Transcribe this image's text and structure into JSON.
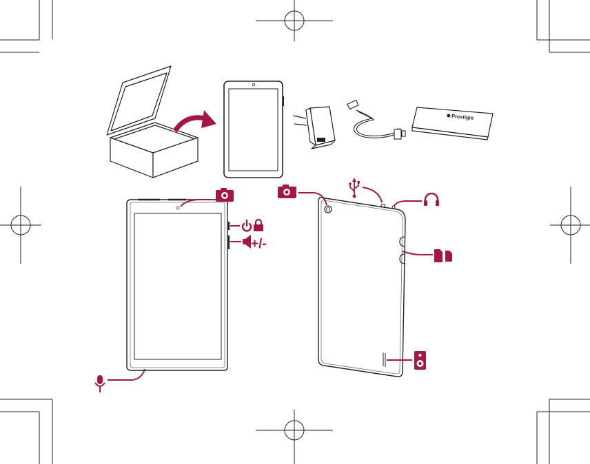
{
  "colors": {
    "accent": "#a5183e",
    "line": "#231f20",
    "light_line": "#6d6e71"
  },
  "labels": {
    "volume": "+/-",
    "card_brand": "Prestigio"
  },
  "callouts": [
    {
      "id": "front-camera",
      "icon": "camera-icon",
      "label": ""
    },
    {
      "id": "power",
      "icon": "power-icon",
      "label": ""
    },
    {
      "id": "lock",
      "icon": "lock-icon",
      "label": ""
    },
    {
      "id": "volume",
      "icon": "speaker-volume-icon",
      "label": "+/-"
    },
    {
      "id": "microphone",
      "icon": "microphone-icon",
      "label": ""
    },
    {
      "id": "rear-camera",
      "icon": "camera-icon",
      "label": ""
    },
    {
      "id": "usb",
      "icon": "usb-icon",
      "label": ""
    },
    {
      "id": "headphones",
      "icon": "headphones-icon",
      "label": ""
    },
    {
      "id": "card-slot",
      "icon": "sim-sd-card-icon",
      "label": ""
    },
    {
      "id": "loudspeaker",
      "icon": "loudspeaker-icon",
      "label": ""
    }
  ]
}
